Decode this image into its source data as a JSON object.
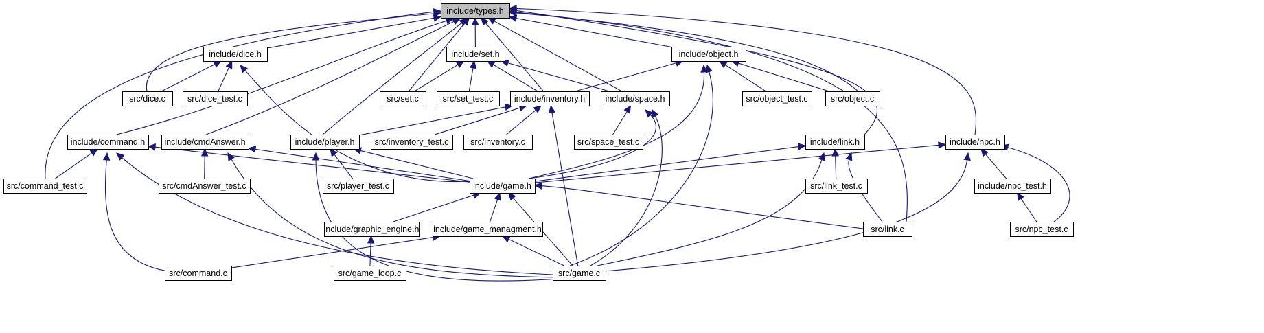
{
  "graph": {
    "title": "include/types.h",
    "nodes": [
      {
        "id": "types_h",
        "label": "include/types.h",
        "root": true
      },
      {
        "id": "dice_h",
        "label": "include/dice.h"
      },
      {
        "id": "set_h",
        "label": "include/set.h"
      },
      {
        "id": "object_h",
        "label": "include/object.h"
      },
      {
        "id": "dice_c",
        "label": "src/dice.c"
      },
      {
        "id": "dice_test_c",
        "label": "src/dice_test.c"
      },
      {
        "id": "set_c",
        "label": "src/set.c"
      },
      {
        "id": "set_test_c",
        "label": "src/set_test.c"
      },
      {
        "id": "inventory_h",
        "label": "include/inventory.h"
      },
      {
        "id": "space_h",
        "label": "include/space.h"
      },
      {
        "id": "object_test_c",
        "label": "src/object_test.c"
      },
      {
        "id": "object_c",
        "label": "src/object.c"
      },
      {
        "id": "command_h",
        "label": "include/command.h"
      },
      {
        "id": "cmdAnswer_h",
        "label": "include/cmdAnswer.h"
      },
      {
        "id": "player_h",
        "label": "include/player.h"
      },
      {
        "id": "inventory_test_c",
        "label": "src/inventory_test.c"
      },
      {
        "id": "inventory_c",
        "label": "src/inventory.c"
      },
      {
        "id": "space_test_c",
        "label": "src/space_test.c"
      },
      {
        "id": "link_h",
        "label": "include/link.h"
      },
      {
        "id": "npc_h",
        "label": "include/npc.h"
      },
      {
        "id": "command_test_c",
        "label": "src/command_test.c"
      },
      {
        "id": "cmdAnswer_test_c",
        "label": "src/cmdAnswer_test.c"
      },
      {
        "id": "player_test_c",
        "label": "src/player_test.c"
      },
      {
        "id": "game_h",
        "label": "include/game.h"
      },
      {
        "id": "link_test_c",
        "label": "src/link_test.c"
      },
      {
        "id": "npc_test_h",
        "label": "include/npc_test.h"
      },
      {
        "id": "graphic_engine_h",
        "label": "include/graphic_engine.h"
      },
      {
        "id": "game_managment_h",
        "label": "include/game_managment.h"
      },
      {
        "id": "link_c",
        "label": "src/link.c"
      },
      {
        "id": "npc_test_c",
        "label": "src/npc_test.c"
      },
      {
        "id": "command_c",
        "label": "src/command.c"
      },
      {
        "id": "game_loop_c",
        "label": "src/game_loop.c"
      },
      {
        "id": "game_c",
        "label": "src/game.c"
      }
    ],
    "edges": [
      {
        "from": "dice_h",
        "to": "types_h"
      },
      {
        "from": "set_h",
        "to": "types_h"
      },
      {
        "from": "object_h",
        "to": "types_h"
      },
      {
        "from": "dice_c",
        "to": "types_h"
      },
      {
        "from": "set_c",
        "to": "types_h"
      },
      {
        "from": "inventory_h",
        "to": "types_h"
      },
      {
        "from": "space_h",
        "to": "types_h"
      },
      {
        "from": "object_c",
        "to": "types_h"
      },
      {
        "from": "command_h",
        "to": "types_h"
      },
      {
        "from": "cmdAnswer_h",
        "to": "types_h"
      },
      {
        "from": "player_h",
        "to": "types_h"
      },
      {
        "from": "link_h",
        "to": "types_h"
      },
      {
        "from": "npc_h",
        "to": "types_h"
      },
      {
        "from": "command_test_c",
        "to": "types_h"
      },
      {
        "from": "link_c",
        "to": "types_h"
      },
      {
        "from": "dice_c",
        "to": "dice_h"
      },
      {
        "from": "dice_test_c",
        "to": "dice_h"
      },
      {
        "from": "game_h",
        "to": "dice_h"
      },
      {
        "from": "set_c",
        "to": "set_h"
      },
      {
        "from": "set_test_c",
        "to": "set_h"
      },
      {
        "from": "inventory_h",
        "to": "set_h"
      },
      {
        "from": "space_h",
        "to": "set_h"
      },
      {
        "from": "inventory_h",
        "to": "object_h"
      },
      {
        "from": "object_test_c",
        "to": "object_h"
      },
      {
        "from": "object_c",
        "to": "object_h"
      },
      {
        "from": "game_h",
        "to": "object_h"
      },
      {
        "from": "game_c",
        "to": "object_h"
      },
      {
        "from": "player_h",
        "to": "inventory_h"
      },
      {
        "from": "inventory_test_c",
        "to": "inventory_h"
      },
      {
        "from": "inventory_c",
        "to": "inventory_h"
      },
      {
        "from": "game_c",
        "to": "inventory_h"
      },
      {
        "from": "space_test_c",
        "to": "space_h"
      },
      {
        "from": "game_h",
        "to": "space_h"
      },
      {
        "from": "game_c",
        "to": "space_h"
      },
      {
        "from": "command_test_c",
        "to": "command_h"
      },
      {
        "from": "game_h",
        "to": "command_h"
      },
      {
        "from": "command_c",
        "to": "command_h"
      },
      {
        "from": "game_c",
        "to": "command_h"
      },
      {
        "from": "cmdAnswer_test_c",
        "to": "cmdAnswer_h"
      },
      {
        "from": "game_h",
        "to": "cmdAnswer_h"
      },
      {
        "from": "game_c",
        "to": "cmdAnswer_h"
      },
      {
        "from": "player_test_c",
        "to": "player_h"
      },
      {
        "from": "game_h",
        "to": "player_h"
      },
      {
        "from": "game_c",
        "to": "player_h"
      },
      {
        "from": "game_h",
        "to": "link_h"
      },
      {
        "from": "link_test_c",
        "to": "link_h"
      },
      {
        "from": "link_c",
        "to": "link_h"
      },
      {
        "from": "game_c",
        "to": "link_h"
      },
      {
        "from": "game_h",
        "to": "npc_h"
      },
      {
        "from": "npc_test_h",
        "to": "npc_h"
      },
      {
        "from": "npc_test_c",
        "to": "npc_h"
      },
      {
        "from": "game_c",
        "to": "npc_h"
      },
      {
        "from": "graphic_engine_h",
        "to": "game_h"
      },
      {
        "from": "game_managment_h",
        "to": "game_h"
      },
      {
        "from": "link_c",
        "to": "game_h"
      },
      {
        "from": "game_c",
        "to": "game_h"
      },
      {
        "from": "npc_test_c",
        "to": "npc_test_h"
      },
      {
        "from": "game_loop_c",
        "to": "graphic_engine_h"
      },
      {
        "from": "command_c",
        "to": "game_managment_h"
      },
      {
        "from": "game_c",
        "to": "game_managment_h"
      }
    ]
  }
}
